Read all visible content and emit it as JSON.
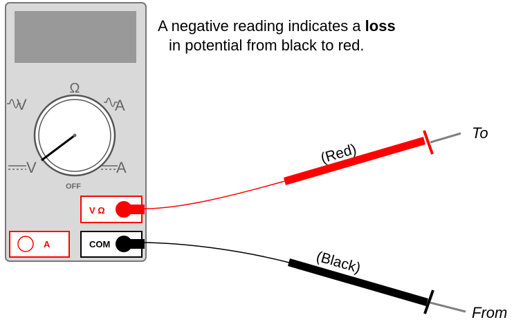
{
  "caption": {
    "prefix": "A negative reading indicates a ",
    "bold_word": "loss",
    "line2": "in potential from black to red."
  },
  "meter": {
    "dial_top_label": "Ω",
    "ac_voltage_label": "V",
    "ac_current_label": "A",
    "dc_voltage_label": "V",
    "dc_current_label": "A",
    "off_label": "OFF",
    "jack_volt_ohm_label": "V Ω",
    "jack_amp_label": "A",
    "jack_com_label": "COM"
  },
  "leads": {
    "red_label": "(Red)",
    "black_label": "(Black)",
    "red_probe_end_label": "To",
    "black_probe_end_label": "From"
  },
  "colors": {
    "meter_body": "#d9d9d9",
    "meter_border": "#777777",
    "display": "#999999",
    "red_lead": "#ff0000",
    "black_lead": "#000000",
    "probe_tip": "#808080"
  }
}
